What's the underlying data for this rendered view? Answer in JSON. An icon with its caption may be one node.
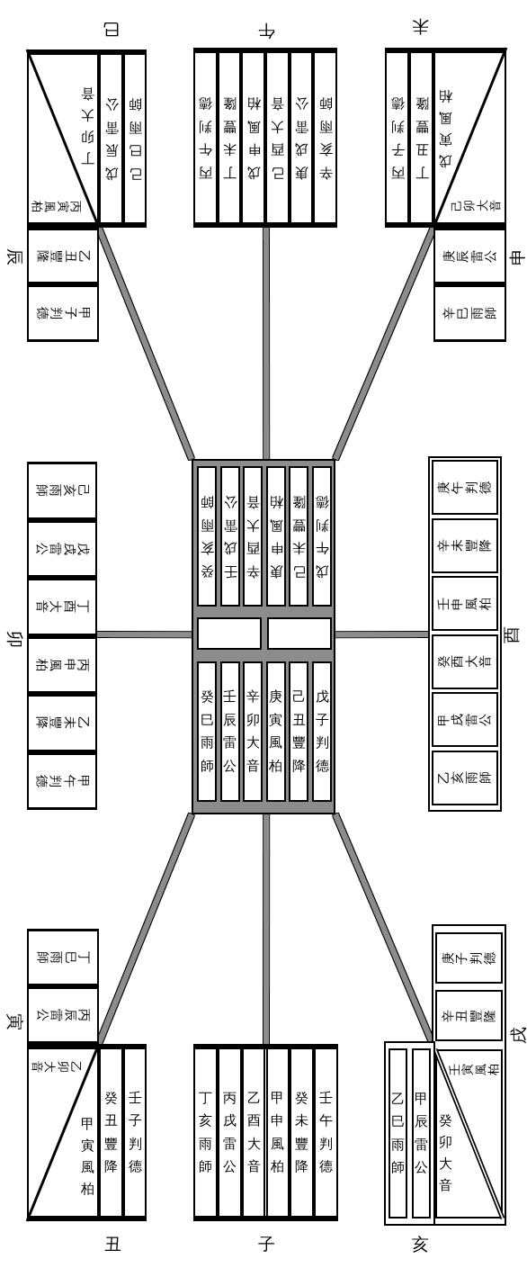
{
  "diagram": {
    "nodes": [
      {
        "text": [
          "巳"
        ]
      },
      {
        "text": [
          "丁卯大音",
          "丙寅風柏"
        ],
        "in": 0
      },
      {
        "text": [
          "戊辰雷公"
        ],
        "in": 0
      },
      {
        "text": [
          "己巳雨師"
        ],
        "in": 0
      },
      {
        "text": [
          "辰"
        ]
      },
      {
        "text": [
          "乙丑豐隆"
        ],
        "in": 4
      },
      {
        "text": [
          "甲子判德"
        ],
        "in": 4
      },
      {
        "text": [
          "午"
        ]
      },
      {
        "text": [
          "丙午判德"
        ],
        "in": 7
      },
      {
        "text": [
          "丁未豐隆"
        ],
        "in": 7
      },
      {
        "text": [
          "戊申風柏"
        ],
        "in": 7
      },
      {
        "text": [
          "己酉大音"
        ],
        "in": 7
      },
      {
        "text": [
          "庚戌雷公"
        ],
        "in": 7
      },
      {
        "text": [
          "辛亥雨師"
        ],
        "in": 7
      },
      {
        "text": [
          "未"
        ]
      },
      {
        "text": [
          "丙子判德"
        ],
        "in": 14
      },
      {
        "text": [
          "丁丑豐隆"
        ],
        "in": 14
      },
      {
        "text": [
          "戊寅風柏",
          "己卯大音"
        ],
        "in": 14
      },
      {
        "text": [
          "申"
        ]
      },
      {
        "text": [
          "庚辰雷公"
        ],
        "in": 18
      },
      {
        "text": [
          "辛巳雨師"
        ],
        "in": 18
      },
      {
        "text": [
          "卯"
        ]
      },
      {
        "text": [
          "己亥雨師"
        ],
        "in": 21
      },
      {
        "text": [
          "戊戌雷公"
        ],
        "in": 21
      },
      {
        "text": [
          "丁酉大音"
        ],
        "in": 21
      },
      {
        "text": [
          "丙申風柏"
        ],
        "in": 21
      },
      {
        "text": [
          "乙未豐降"
        ],
        "in": 21
      },
      {
        "text": [
          "甲午判德"
        ],
        "in": 21
      },
      {
        "text": [],
        "shape": "box"
      },
      {
        "text": [
          "癸亥雨師"
        ],
        "in": 28
      },
      {
        "text": [
          "壬戌雷公"
        ],
        "in": 28
      },
      {
        "text": [
          "辛酉大音"
        ],
        "in": 28
      },
      {
        "text": [
          "庚申風柏"
        ],
        "in": 28
      },
      {
        "text": [
          "己未豐隆"
        ],
        "in": 28
      },
      {
        "text": [
          "戊午判德"
        ],
        "in": 28
      },
      {
        "text": [],
        "shape": "box",
        "in": 28
      },
      {
        "text": [],
        "shape": "box",
        "in": 28
      },
      {
        "text": [
          "癸巳雨師"
        ],
        "in": 28
      },
      {
        "text": [
          "壬辰雷公"
        ],
        "in": 28
      },
      {
        "text": [
          "辛卯大音"
        ],
        "in": 28
      },
      {
        "text": [
          "庚寅風柏"
        ],
        "in": 28
      },
      {
        "text": [
          "己丑豐降"
        ],
        "in": 28
      },
      {
        "text": [
          "戊子判德"
        ],
        "in": 28
      },
      {
        "text": [
          "酉"
        ]
      },
      {
        "text": [
          "庚午判德"
        ],
        "in": 43
      },
      {
        "text": [
          "辛未豐降"
        ],
        "in": 43
      },
      {
        "text": [
          "壬申風柏"
        ],
        "in": 43
      },
      {
        "text": [
          "癸酉大音"
        ],
        "in": 43
      },
      {
        "text": [
          "甲戌雷公"
        ],
        "in": 43
      },
      {
        "text": [
          "乙亥雨師"
        ],
        "in": 43
      },
      {
        "text": [
          "寅"
        ]
      },
      {
        "text": [
          "丁巳雨師"
        ],
        "in": 50
      },
      {
        "text": [
          "丙辰雷公"
        ],
        "in": 50
      },
      {
        "text": [
          "丑"
        ]
      },
      {
        "text": [
          "乙卯大音",
          "甲寅風柏"
        ],
        "in": 53
      },
      {
        "text": [
          "癸丑豐降"
        ],
        "in": 53
      },
      {
        "text": [
          "壬子判德"
        ],
        "in": 53
      },
      {
        "text": [
          "子"
        ]
      },
      {
        "text": [
          "丁亥雨師"
        ],
        "in": 57
      },
      {
        "text": [
          "丙戌雷公"
        ],
        "in": 57
      },
      {
        "text": [
          "乙酉大音"
        ],
        "in": 57
      },
      {
        "text": [
          "甲申風柏"
        ],
        "in": 57
      },
      {
        "text": [
          "癸未豐降"
        ],
        "in": 57
      },
      {
        "text": [
          "壬午判德"
        ],
        "in": 57
      },
      {
        "text": [
          "戌"
        ]
      },
      {
        "text": [
          "庚子判德"
        ],
        "in": 64
      },
      {
        "text": [
          "辛丑豐隆"
        ],
        "in": 64
      },
      {
        "text": [
          "壬寅風柏",
          "癸卯大音"
        ],
        "in": 64
      },
      {
        "text": [
          "亥"
        ]
      },
      {
        "text": [
          "乙巳雨師"
        ],
        "in": 68
      },
      {
        "text": [
          "甲辰雷公"
        ],
        "in": 68
      }
    ],
    "edges": [
      {
        "from": 28,
        "to": 0,
        "arrow": "none"
      },
      {
        "from": 28,
        "to": 7,
        "arrow": "none"
      },
      {
        "from": 28,
        "to": 14,
        "arrow": "none"
      },
      {
        "from": 28,
        "to": 21,
        "arrow": "none"
      },
      {
        "from": 28,
        "to": 43,
        "arrow": "none"
      },
      {
        "from": 28,
        "to": 53,
        "arrow": "none"
      },
      {
        "from": 28,
        "to": 57,
        "arrow": "none"
      },
      {
        "from": 28,
        "to": 64,
        "arrow": "none"
      }
    ]
  }
}
